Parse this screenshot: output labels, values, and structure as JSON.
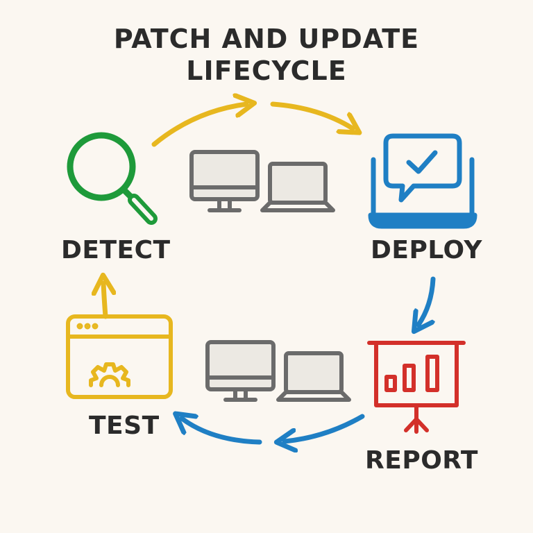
{
  "title": {
    "line1": "PATCH AND UPDATE",
    "line2": "LIFECYCLE"
  },
  "steps": {
    "detect": {
      "label": "DETECT",
      "icon": "magnifier-icon",
      "color": "#1e9a3a"
    },
    "deploy": {
      "label": "DEPLOY",
      "icon": "laptop-chat-check-icon",
      "color": "#1f7fc4"
    },
    "report": {
      "label": "REPORT",
      "icon": "presentation-chart-icon",
      "color": "#d3302a"
    },
    "test": {
      "label": "TEST",
      "icon": "browser-gear-icon",
      "color": "#e7b71f"
    }
  },
  "colors": {
    "yellow": "#e7b71f",
    "blue": "#1f7fc4",
    "gray": "#6b6b6b",
    "screen": "#ece9e3"
  }
}
